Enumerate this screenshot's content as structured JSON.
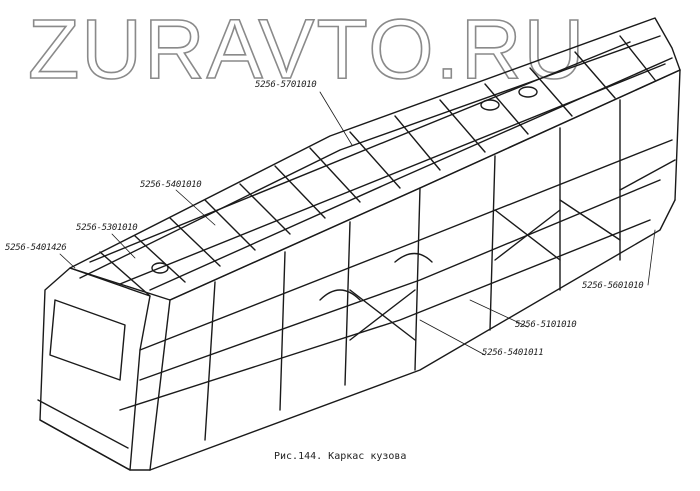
{
  "watermark": "ZURAVTO.RU",
  "callouts": [
    {
      "id": "c1",
      "text": "5256-5701010"
    },
    {
      "id": "c2",
      "text": "5256-5401010"
    },
    {
      "id": "c3",
      "text": "5256-5301010"
    },
    {
      "id": "c4",
      "text": "5256-5401426"
    },
    {
      "id": "c5",
      "text": "5256-5601010"
    },
    {
      "id": "c6",
      "text": "5256-5101010"
    },
    {
      "id": "c7",
      "text": "5256-5401011"
    }
  ],
  "caption": "Рис.144. Каркас кузова"
}
